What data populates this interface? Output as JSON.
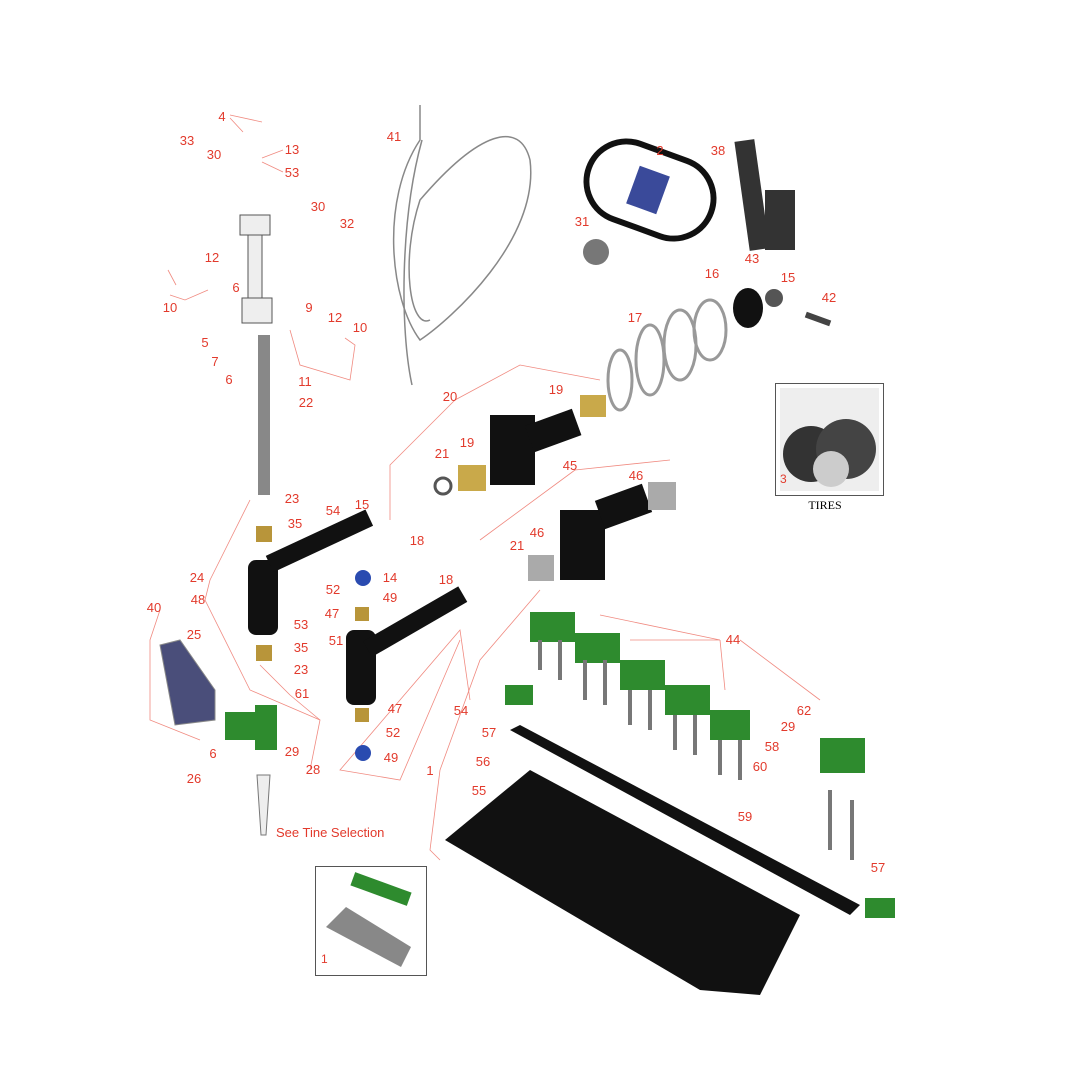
{
  "diagram": {
    "callouts": [
      "4",
      "13",
      "53",
      "33",
      "30",
      "30",
      "32",
      "12",
      "10",
      "6",
      "5",
      "9",
      "12",
      "10",
      "7",
      "6",
      "11",
      "22",
      "41",
      "2",
      "38",
      "31",
      "43",
      "16",
      "15",
      "42",
      "17",
      "20",
      "19",
      "19",
      "21",
      "45",
      "46",
      "46",
      "15",
      "23",
      "35",
      "54",
      "18",
      "21",
      "14",
      "24",
      "48",
      "40",
      "52",
      "49",
      "18",
      "47",
      "53",
      "25",
      "35",
      "51",
      "23",
      "61",
      "47",
      "54",
      "44",
      "62",
      "29",
      "58",
      "60",
      "59",
      "57",
      "56",
      "55",
      "1",
      "29",
      "28",
      "6",
      "26",
      "52",
      "49",
      "57"
    ],
    "note": "See Tine Selection",
    "tires_inset": {
      "caption": "TIRES",
      "number": "3"
    },
    "assembly_inset": {
      "number": "1"
    },
    "colors": {
      "callout": "#e23a2c",
      "leader": "#f08a80",
      "green_part": "#2e8b2e",
      "black_part": "#111111",
      "bronze": "#b8953a"
    }
  }
}
